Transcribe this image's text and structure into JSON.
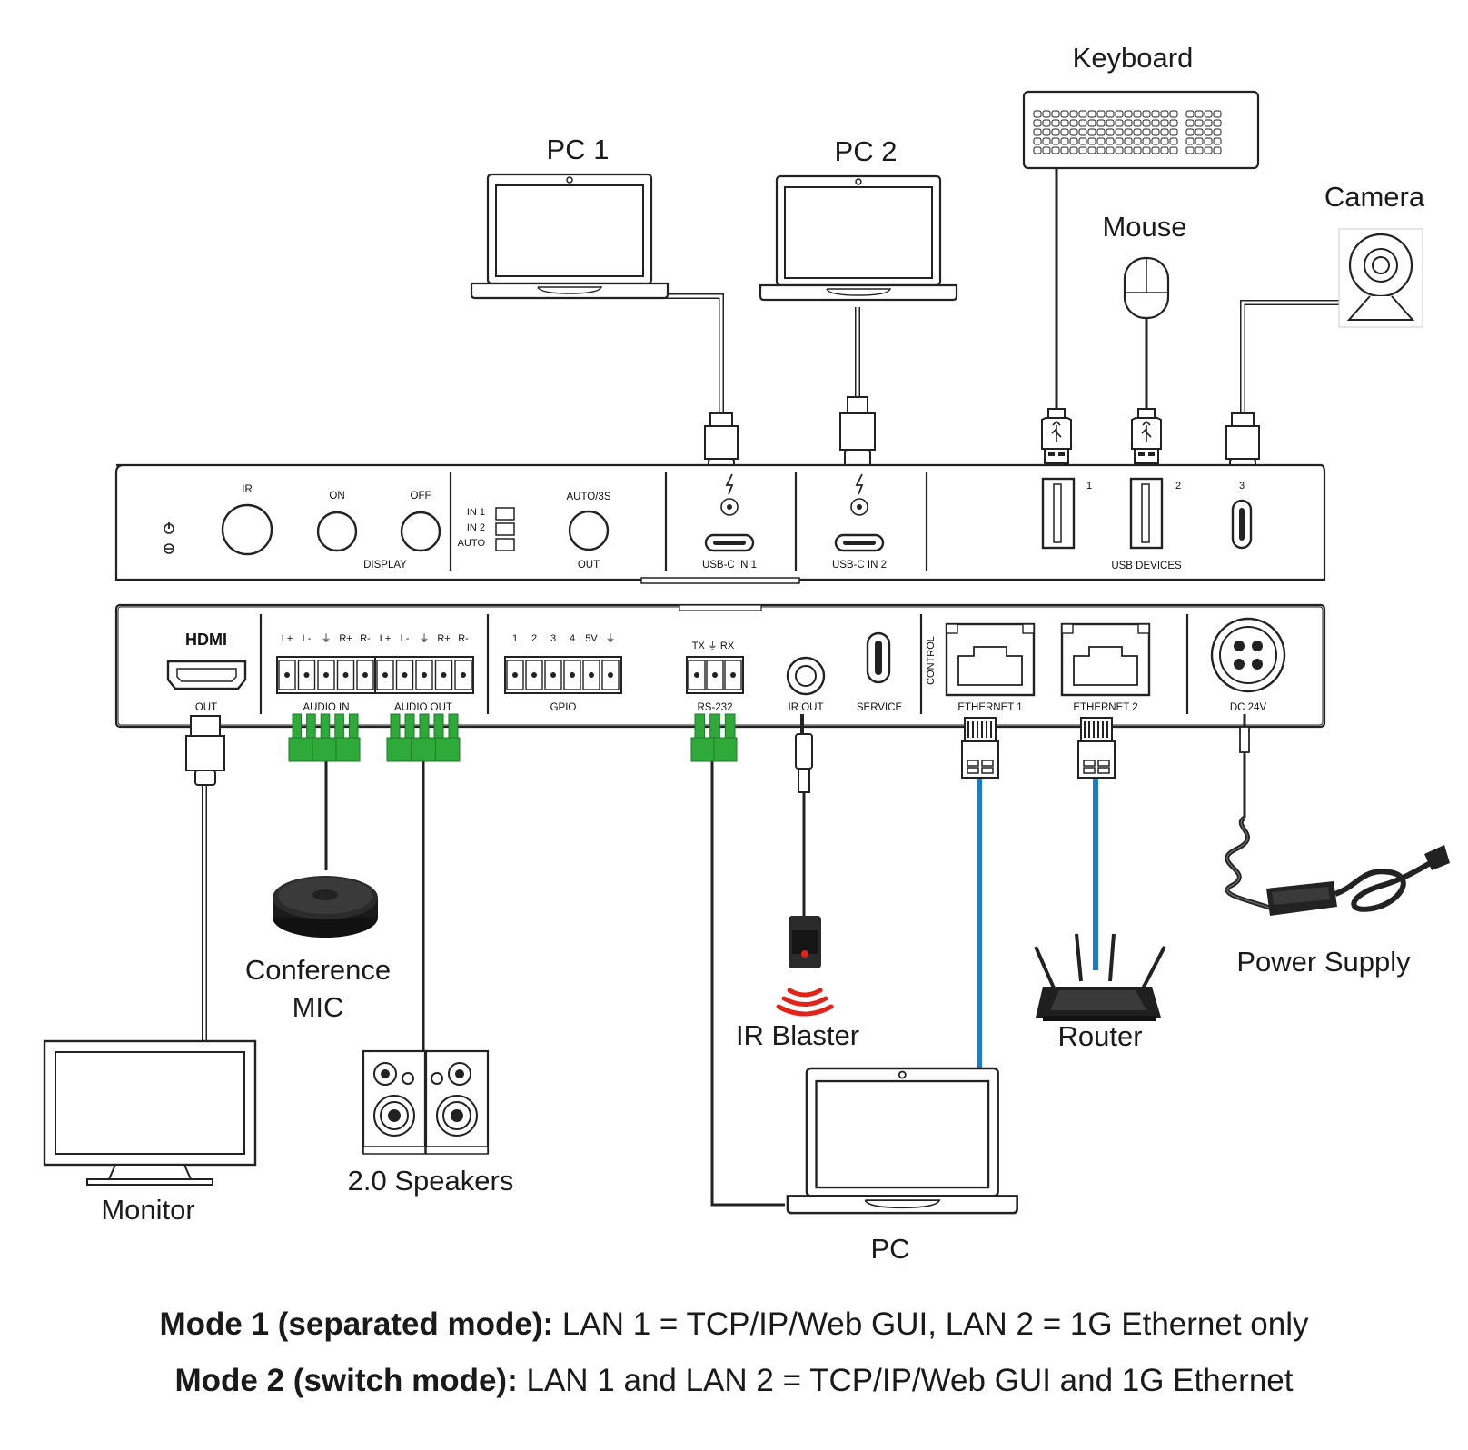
{
  "devices": {
    "pc1": "PC 1",
    "pc2": "PC 2",
    "keyboard": "Keyboard",
    "mouse": "Mouse",
    "camera": "Camera",
    "conference_mic_line1": "Conference",
    "conference_mic_line2": "MIC",
    "monitor": "Monitor",
    "speakers": "2.0 Speakers",
    "ir_blaster": "IR Blaster",
    "router": "Router",
    "power_supply": "Power Supply",
    "pc": "PC"
  },
  "front_panel": {
    "ir": "IR",
    "on": "ON",
    "off": "OFF",
    "display": "DISPLAY",
    "in1": "IN 1",
    "in2": "IN 2",
    "auto": "AUTO",
    "auto3s": "AUTO/3S",
    "out": "OUT",
    "usbc_in1": "USB-C IN 1",
    "usbc_in2": "USB-C IN 2",
    "usb_devices": "USB DEVICES",
    "usb_port_1": "1",
    "usb_port_2": "2",
    "usb_port_3": "3"
  },
  "rear_panel": {
    "hdmi_logo": "HDMI",
    "hdmi_out": "OUT",
    "audio_in": "AUDIO IN",
    "audio_out": "AUDIO OUT",
    "audio_pins": [
      "L+",
      "L-",
      "⏚",
      "R+",
      "R-"
    ],
    "gpio": "GPIO",
    "gpio_pins": [
      "1",
      "2",
      "3",
      "4",
      "5V",
      "⏚"
    ],
    "rs232_pins": "TX ⏚ RX",
    "rs232": "RS-232",
    "ir_out": "IR OUT",
    "service": "SERVICE",
    "control": "CONTROL",
    "ethernet1": "ETHERNET 1",
    "ethernet2": "ETHERNET 2",
    "dc24v": "DC 24V"
  },
  "modes": {
    "mode1_bold": "Mode 1 (separated mode):",
    "mode1_text": " LAN 1 = TCP/IP/Web GUI, LAN 2 = 1G Ethernet only",
    "mode2_bold": "Mode 2 (switch mode):",
    "mode2_text": " LAN 1 and LAN 2 = TCP/IP/Web GUI and 1G Ethernet"
  },
  "colors": {
    "ethernet_cable": "#1f7cc4",
    "terminal_block": "#2faa3a",
    "ir_signal": "#e2231a"
  }
}
